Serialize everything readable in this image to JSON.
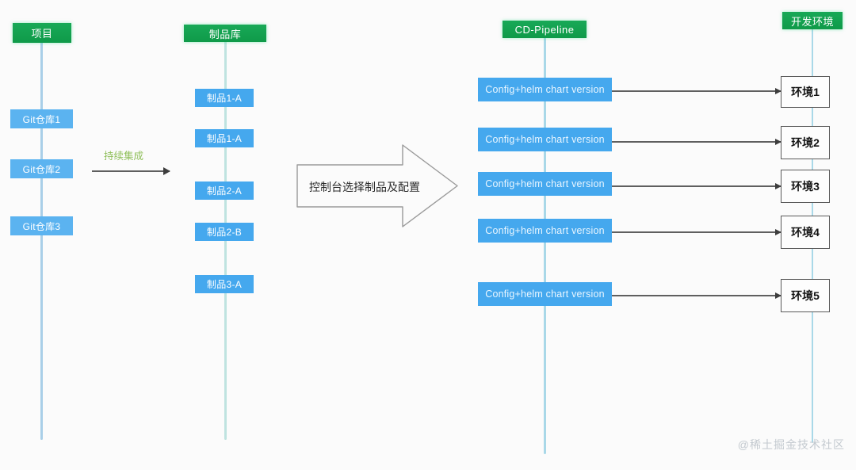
{
  "diagram": {
    "title": "CI/CD pipeline flow diagram",
    "background": "#fbfbfb",
    "colors": {
      "header_green": "#14a44d",
      "node_blue": "#45a8ee",
      "rail_blue": "#a9cfe8",
      "rail_teal": "#bfe3e0",
      "connector_gray": "#5f5f5f",
      "ci_label_green": "#8fbf5a",
      "watermark_gray": "#c3c9cf"
    }
  },
  "lanes": {
    "project": {
      "header": "项目",
      "items": [
        {
          "label": "Git仓库1"
        },
        {
          "label": "Git仓库2"
        },
        {
          "label": "Git仓库3"
        }
      ]
    },
    "artifact_repo": {
      "header": "制品库",
      "items": [
        {
          "label": "制品1-A"
        },
        {
          "label": "制品1-A"
        },
        {
          "label": "制品2-A"
        },
        {
          "label": "制品2-B"
        },
        {
          "label": "制品3-A"
        }
      ]
    },
    "cd_pipeline": {
      "header": "CD-Pipeline",
      "items": [
        {
          "label": "Config+helm chart version"
        },
        {
          "label": "Config+helm chart version"
        },
        {
          "label": "Config+helm chart version"
        },
        {
          "label": "Config+helm chart version"
        },
        {
          "label": "Config+helm chart version"
        }
      ]
    },
    "dev_environment": {
      "header": "开发环境",
      "items": [
        {
          "label": "环境1"
        },
        {
          "label": "环境2"
        },
        {
          "label": "环境3"
        },
        {
          "label": "环境4"
        },
        {
          "label": "环境5"
        }
      ]
    }
  },
  "connectors": {
    "ci": {
      "label": "持续集成"
    },
    "console_select": {
      "label": "控制台选择制品及配置"
    }
  },
  "watermark": {
    "text": "@稀土掘金技术社区"
  }
}
